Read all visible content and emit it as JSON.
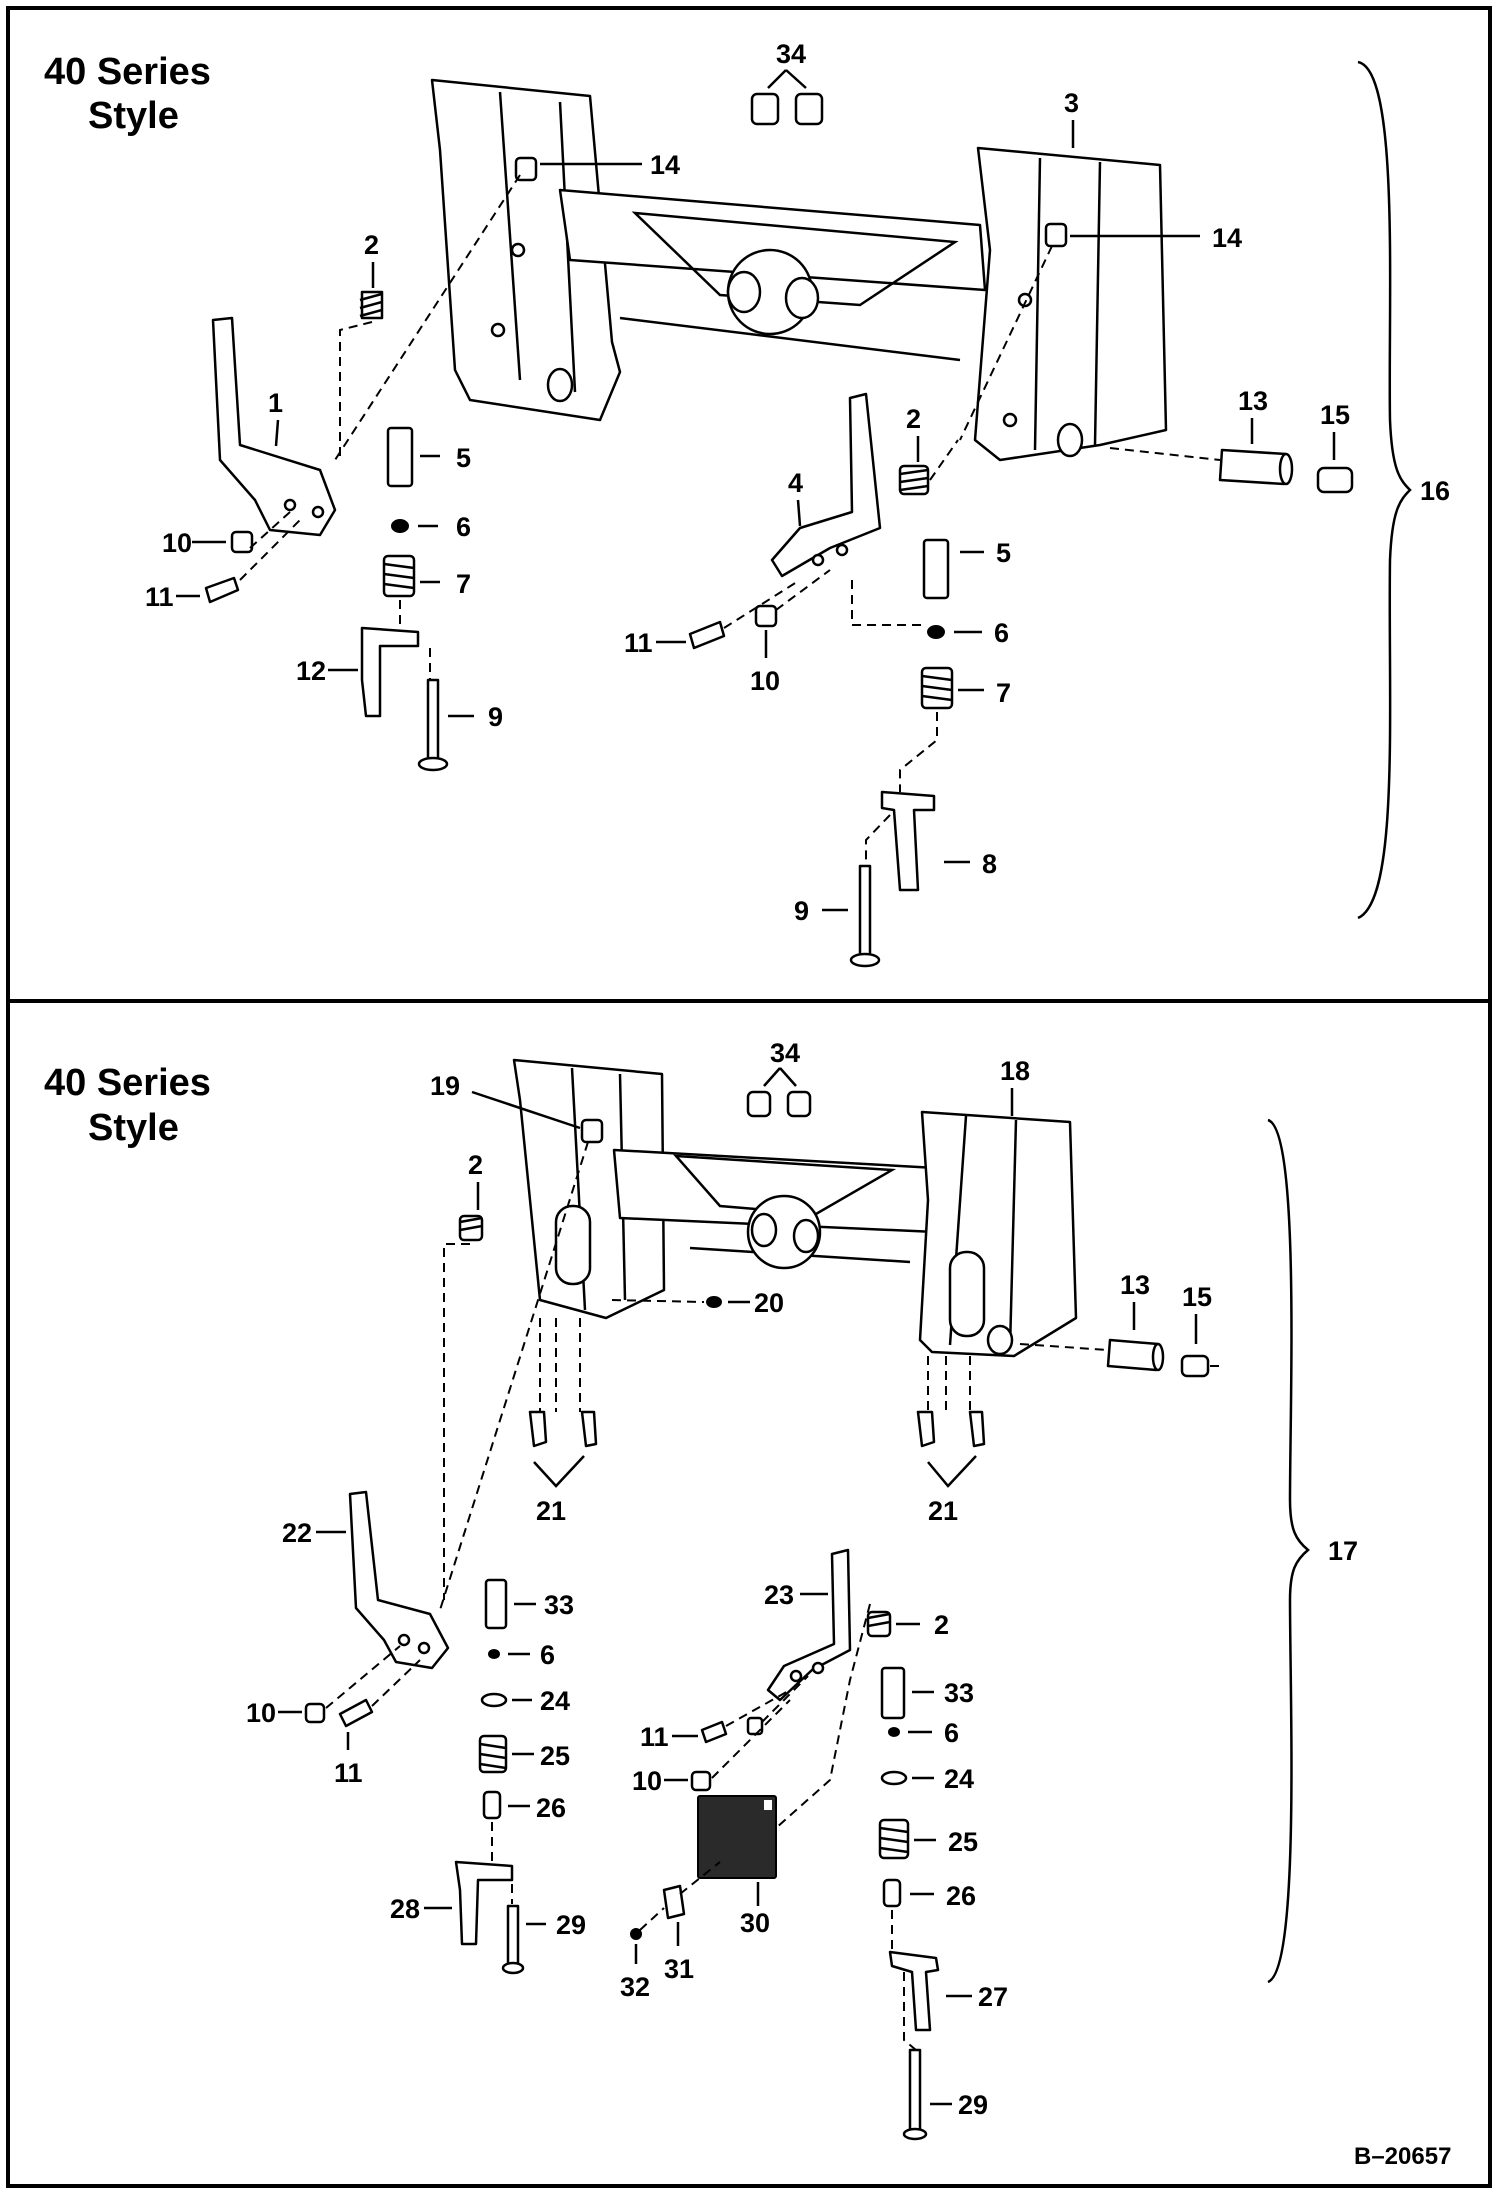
{
  "panels": [
    {
      "title_line1": "40 Series",
      "title_line2": "Style",
      "callouts": [
        "34",
        "3",
        "14",
        "14",
        "2",
        "1",
        "5",
        "10",
        "6",
        "11",
        "7",
        "12",
        "9",
        "2",
        "4",
        "5",
        "11",
        "6",
        "10",
        "7",
        "8",
        "9",
        "13",
        "15",
        "16"
      ]
    },
    {
      "title_line1": "40 Series",
      "title_line2": "Style",
      "callouts": [
        "34",
        "19",
        "18",
        "2",
        "20",
        "13",
        "15",
        "21",
        "21",
        "22",
        "17",
        "23",
        "2",
        "33",
        "33",
        "6",
        "6",
        "10",
        "24",
        "11",
        "11",
        "24",
        "25",
        "10",
        "26",
        "25",
        "26",
        "30",
        "28",
        "29",
        "31",
        "32",
        "27",
        "29"
      ]
    }
  ],
  "reference_number": "B–20657",
  "icons": [
    "arrow-leader",
    "compression-spring",
    "bolt",
    "nut",
    "quick-tach-frame",
    "hand-lever",
    "wedge",
    "brace-bracket"
  ]
}
